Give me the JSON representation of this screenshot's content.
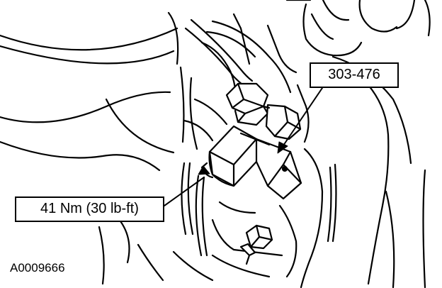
{
  "callouts": {
    "tool_number": "303-476",
    "torque_spec": "41 Nm (30 lb-ft)"
  },
  "figure_id": "A0009666",
  "colors": {
    "line": "#000000",
    "paper": "#ffffff"
  }
}
